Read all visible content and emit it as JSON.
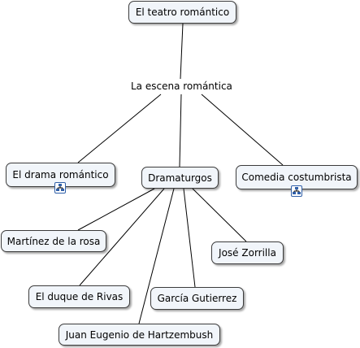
{
  "nodes": {
    "root": "El teatro romántico",
    "scene": "La escena romántica",
    "drama": "El drama romántico",
    "dramaturgos": "Dramaturgos",
    "comedia": "Comedia costumbrista",
    "martinez": "Martínez de la rosa",
    "zorrilla": "José Zorrilla",
    "rivas": "El duque de Rivas",
    "garcia": "García Gutierrez",
    "hartzembush": "Juan Eugenio de Hartzembush"
  },
  "icons": {
    "drama_badge": "concept-map-link-icon",
    "comedia_badge": "concept-map-link-icon"
  },
  "colors": {
    "node_fill": "#f1f5fa",
    "node_border": "#3c3c3c",
    "line": "#000000",
    "badge_border": "#2f5fa8"
  }
}
